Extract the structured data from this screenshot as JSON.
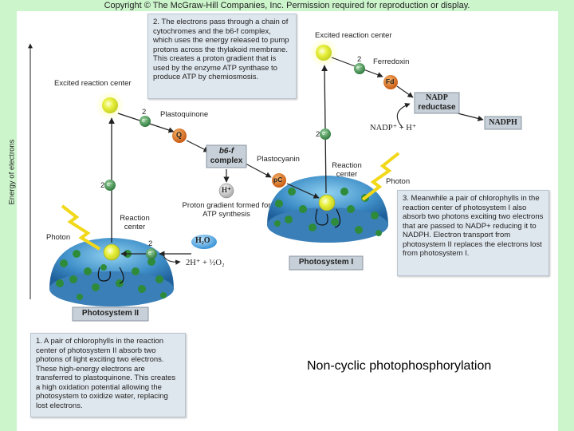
{
  "header": {
    "copyright": "Copyright © The McGraw-Hill Companies, Inc. Permission required for reproduction or display."
  },
  "axis": {
    "label": "Energy of electrons"
  },
  "steps": {
    "step1": "1. A pair of chlorophylls in the reaction center of photosystem II absorb two photons of light exciting two electrons. These high-energy electrons are transferred to plastoquinone. This creates a high oxidation potential allowing the photosystem to oxidize water, replacing lost electrons.",
    "step2": "2. The electrons pass through a chain of cytochromes and the b6-f complex, which uses the energy released to pump protons across the thylakoid membrane. This creates a proton gradient that is used by the enzyme ATP synthase to produce ATP by chemiosmosis.",
    "step3": "3. Meanwhile a pair of chlorophylls in the reaction center of photosystem I also absorb two photons exciting two electrons that are passed to NADP+ reducing it to NADPH. Electron transport from photosystem II replaces the electrons lost from photosystem I."
  },
  "labels": {
    "excited_rc_left": "Excited reaction center",
    "excited_rc_right": "Excited reaction center",
    "plastoquinone": "Plastoquinone",
    "plastocyanin": "Plastocyanin",
    "ferredoxin": "Ferredoxin",
    "reaction_center_left": "Reaction center",
    "reaction_center_right": "Reaction center",
    "photon_left": "Photon",
    "photon_right": "Photon",
    "proton_gradient": "Proton gradient formed for ATP synthesis",
    "water_products": "2H⁺ + ½O₂",
    "nadp_reactants": "NADP⁺ + H⁺"
  },
  "carriers": {
    "q": "Q",
    "pc": "pC",
    "fd": "Fd",
    "h_plus": "H⁺",
    "h2o": "H₂O",
    "e": "e⁻",
    "two": "2"
  },
  "complexes": {
    "b6f_line1": "b6-f",
    "b6f_line2": "complex",
    "nadp_reductase_line1": "NADP",
    "nadp_reductase_line2": "reductase",
    "nadph": "NADPH"
  },
  "photosystems": {
    "ps2": "Photosystem II",
    "ps1": "Photosystem I"
  },
  "caption": "Non-cyclic photophosphorylation",
  "colors": {
    "background": "#ccf5cc",
    "panel": "#ffffff",
    "textbox": "#dfe7ee",
    "electron": "#4c9a5a",
    "quinone": "#e07a2a",
    "membrane": "#4a8fc4",
    "chlorophyll": "#d8e83a"
  }
}
